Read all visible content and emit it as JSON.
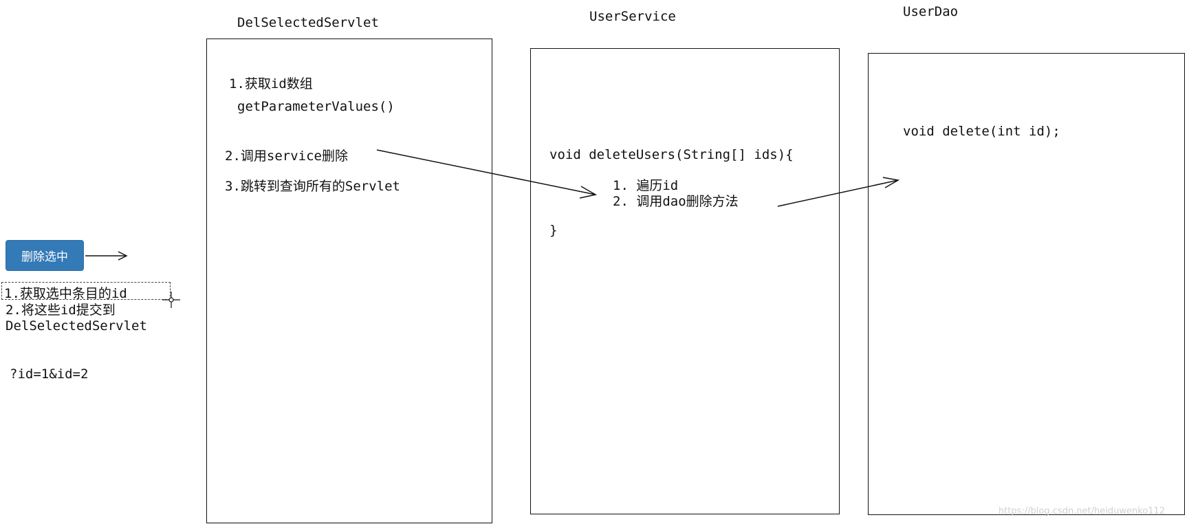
{
  "button": {
    "label": "删除选中",
    "color": "#337ab7"
  },
  "left_notes": {
    "step1": "1.获取选中条目的id",
    "step2": "2.将这些id提交到",
    "step2_target": "DelSelectedServlet",
    "query": "?id=1&id=2"
  },
  "servlet": {
    "title": "DelSelectedServlet",
    "step1": "1.获取id数组",
    "step1_code": "getParameterValues()",
    "step2": "2.调用service删除",
    "step3": "3.跳转到查询所有的Servlet"
  },
  "service": {
    "title": "UserService",
    "signature": "void deleteUsers(String[] ids){",
    "step1": "1.  遍历id",
    "step2": "2.  调用dao删除方法",
    "close": "}"
  },
  "dao": {
    "title": "UserDao",
    "method": "void delete(int id);"
  },
  "watermark": "https://blog.csdn.net/heiduwenko112"
}
